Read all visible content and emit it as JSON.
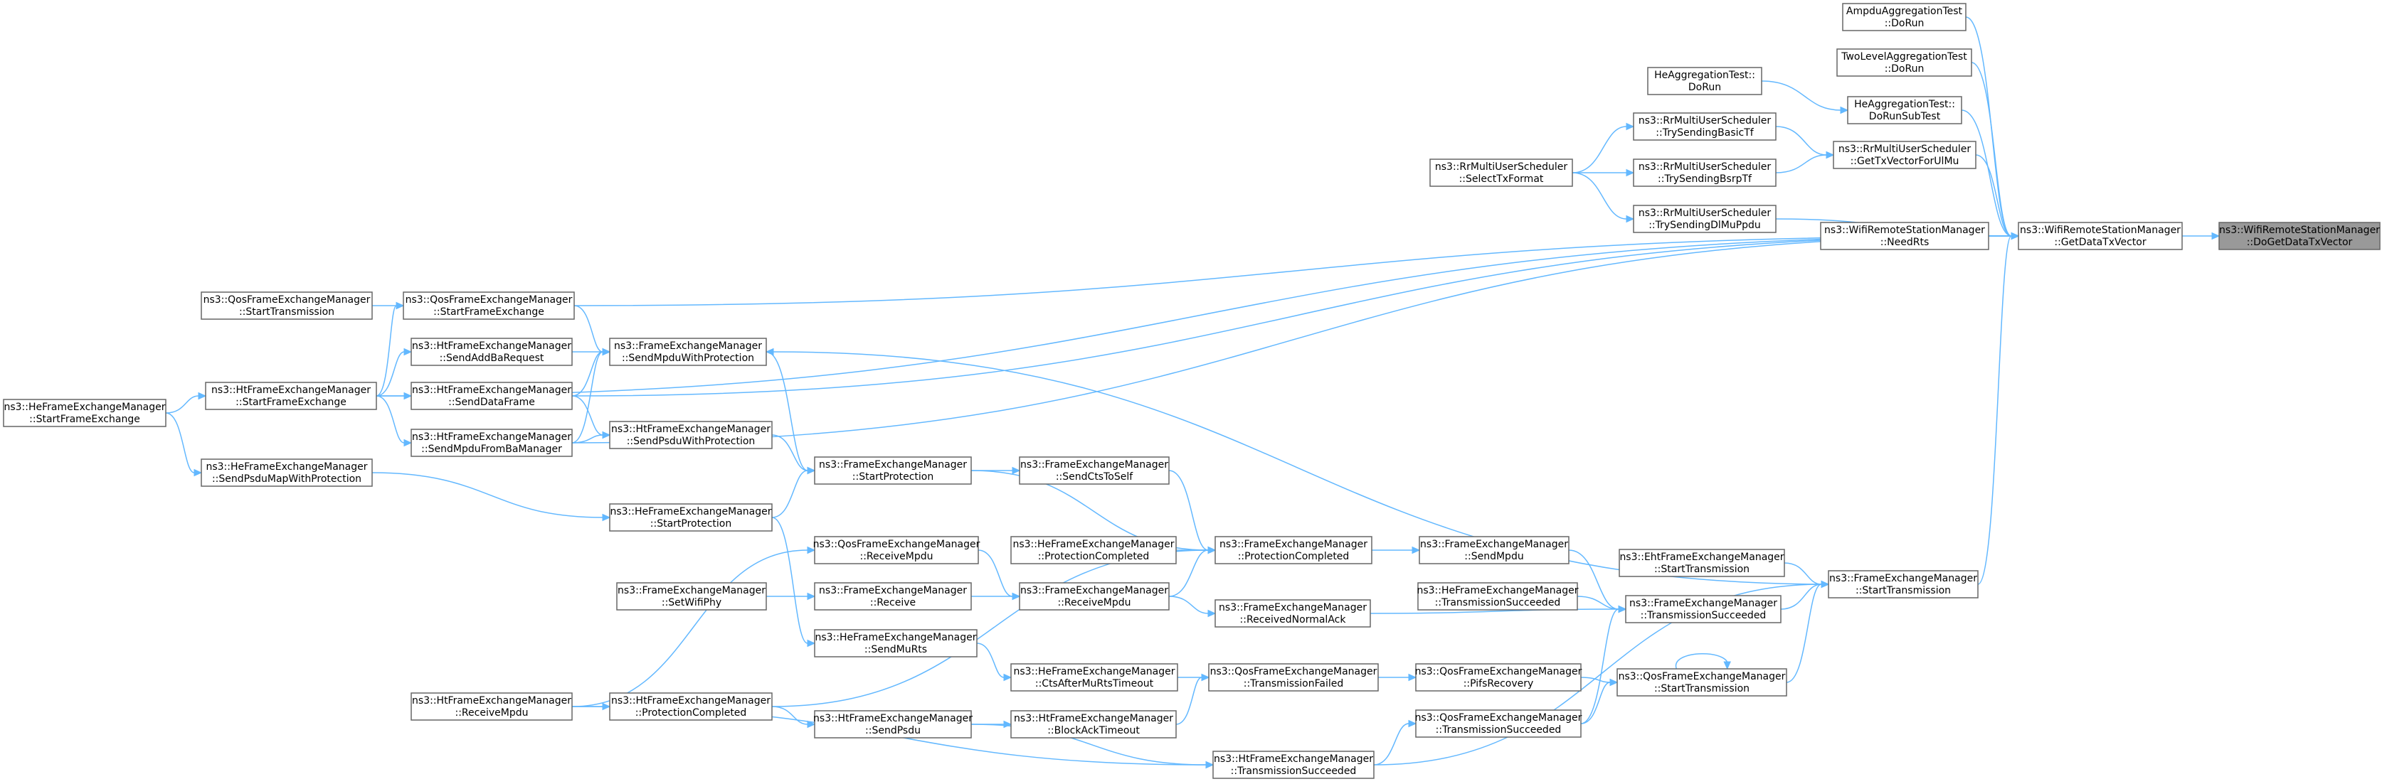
{
  "graph": {
    "title": "",
    "nodes": [
      {
        "id": "n_dogetdatatx",
        "line1": "ns3::WifiRemoteStationManager",
        "line2": "::DoGetDataTxVector",
        "target": true
      },
      {
        "id": "n_getdatatx",
        "line1": "ns3::WifiRemoteStationManager",
        "line2": "::GetDataTxVector"
      },
      {
        "id": "n_ampdu",
        "line1": "AmpduAggregationTest",
        "line2": "::DoRun"
      },
      {
        "id": "n_twolevel",
        "line1": "TwoLevelAggregationTest",
        "line2": "::DoRun"
      },
      {
        "id": "n_heagg_dorun",
        "line1": "HeAggregationTest::",
        "line2": "DoRun"
      },
      {
        "id": "n_heagg_subtest",
        "line1": "HeAggregationTest::",
        "line2": "DoRunSubTest"
      },
      {
        "id": "n_rr_getul",
        "line1": "ns3::RrMultiUserScheduler",
        "line2": "::GetTxVectorForUlMu"
      },
      {
        "id": "n_rr_basictf",
        "line1": "ns3::RrMultiUserScheduler",
        "line2": "::TrySendingBasicTf"
      },
      {
        "id": "n_rr_bsrptf",
        "line1": "ns3::RrMultiUserScheduler",
        "line2": "::TrySendingBsrpTf"
      },
      {
        "id": "n_rr_dlmu",
        "line1": "ns3::RrMultiUserScheduler",
        "line2": "::TrySendingDlMuPpdu"
      },
      {
        "id": "n_rr_select",
        "line1": "ns3::RrMultiUserScheduler",
        "line2": "::SelectTxFormat"
      },
      {
        "id": "n_needrts",
        "line1": "ns3::WifiRemoteStationManager",
        "line2": "::NeedRts"
      },
      {
        "id": "n_qos_startfe",
        "line1": "ns3::QosFrameExchangeManager",
        "line2": "::StartFrameExchange"
      },
      {
        "id": "n_qos_starttx_left",
        "line1": "ns3::QosFrameExchangeManager",
        "line2": "::StartTransmission"
      },
      {
        "id": "n_ht_startfe",
        "line1": "ns3::HtFrameExchangeManager",
        "line2": "::StartFrameExchange"
      },
      {
        "id": "n_he_startfe",
        "line1": "ns3::HeFrameExchangeManager",
        "line2": "::StartFrameExchange"
      },
      {
        "id": "n_ht_addba",
        "line1": "ns3::HtFrameExchangeManager",
        "line2": "::SendAddBaRequest"
      },
      {
        "id": "n_ht_senddata",
        "line1": "ns3::HtFrameExchangeManager",
        "line2": "::SendDataFrame"
      },
      {
        "id": "n_ht_mpdufromba",
        "line1": "ns3::HtFrameExchangeManager",
        "line2": "::SendMpduFromBaManager"
      },
      {
        "id": "n_he_psdumap",
        "line1": "ns3::HeFrameExchangeManager",
        "line2": "::SendPsduMapWithProtection"
      },
      {
        "id": "n_fe_mpduprot",
        "line1": "ns3::FrameExchangeManager",
        "line2": "::SendMpduWithProtection"
      },
      {
        "id": "n_ht_psduprot",
        "line1": "ns3::HtFrameExchangeManager",
        "line2": "::SendPsduWithProtection"
      },
      {
        "id": "n_fe_startprot",
        "line1": "ns3::FrameExchangeManager",
        "line2": "::StartProtection"
      },
      {
        "id": "n_he_startprot",
        "line1": "ns3::HeFrameExchangeManager",
        "line2": "::StartProtection"
      },
      {
        "id": "n_fe_ctstoself",
        "line1": "ns3::FrameExchangeManager",
        "line2": "::SendCtsToSelf"
      },
      {
        "id": "n_fe_protcomp",
        "line1": "ns3::FrameExchangeManager",
        "line2": "::ProtectionCompleted"
      },
      {
        "id": "n_he_protcomp",
        "line1": "ns3::HeFrameExchangeManager",
        "line2": "::ProtectionCompleted"
      },
      {
        "id": "n_qos_recvmpdu",
        "line1": "ns3::QosFrameExchangeManager",
        "line2": "::ReceiveMpdu"
      },
      {
        "id": "n_fe_setwifiphy",
        "line1": "ns3::FrameExchangeManager",
        "line2": "::SetWifiPhy"
      },
      {
        "id": "n_fe_receive",
        "line1": "ns3::FrameExchangeManager",
        "line2": "::Receive"
      },
      {
        "id": "n_fe_recvmpdu",
        "line1": "ns3::FrameExchangeManager",
        "line2": "::ReceiveMpdu"
      },
      {
        "id": "n_he_sendmurts",
        "line1": "ns3::HeFrameExchangeManager",
        "line2": "::SendMuRts"
      },
      {
        "id": "n_he_ctsafter",
        "line1": "ns3::HeFrameExchangeManager",
        "line2": "::CtsAfterMuRtsTimeout"
      },
      {
        "id": "n_ht_recvmpdu",
        "line1": "ns3::HtFrameExchangeManager",
        "line2": "::ReceiveMpdu"
      },
      {
        "id": "n_ht_protcomp",
        "line1": "ns3::HtFrameExchangeManager",
        "line2": "::ProtectionCompleted"
      },
      {
        "id": "n_ht_sendpsdu",
        "line1": "ns3::HtFrameExchangeManager",
        "line2": "::SendPsdu"
      },
      {
        "id": "n_ht_blockack",
        "line1": "ns3::HtFrameExchangeManager",
        "line2": "::BlockAckTimeout"
      },
      {
        "id": "n_ht_txsucc",
        "line1": "ns3::HtFrameExchangeManager",
        "line2": "::TransmissionSucceeded"
      },
      {
        "id": "n_qos_txfailed",
        "line1": "ns3::QosFrameExchangeManager",
        "line2": "::TransmissionFailed"
      },
      {
        "id": "n_fe_sendmpdu",
        "line1": "ns3::FrameExchangeManager",
        "line2": "::SendMpdu"
      },
      {
        "id": "n_fe_recvnormalack",
        "line1": "ns3::FrameExchangeManager",
        "line2": "::ReceivedNormalAck"
      },
      {
        "id": "n_he_txsucc",
        "line1": "ns3::HeFrameExchangeManager",
        "line2": "::TransmissionSucceeded"
      },
      {
        "id": "n_qos_pifs",
        "line1": "ns3::QosFrameExchangeManager",
        "line2": "::PifsRecovery"
      },
      {
        "id": "n_qos_txsucc",
        "line1": "ns3::QosFrameExchangeManager",
        "line2": "::TransmissionSucceeded"
      },
      {
        "id": "n_eht_starttx",
        "line1": "ns3::EhtFrameExchangeManager",
        "line2": "::StartTransmission"
      },
      {
        "id": "n_fe_txsucc",
        "line1": "ns3::FrameExchangeManager",
        "line2": "::TransmissionSucceeded"
      },
      {
        "id": "n_qos_starttx",
        "line1": "ns3::QosFrameExchangeManager",
        "line2": "::StartTransmission"
      },
      {
        "id": "n_fe_starttx",
        "line1": "ns3::FrameExchangeManager",
        "line2": "::StartTransmission"
      }
    ],
    "edges": [
      [
        "n_getdatatx",
        "n_dogetdatatx"
      ],
      [
        "n_ampdu",
        "n_getdatatx"
      ],
      [
        "n_twolevel",
        "n_getdatatx"
      ],
      [
        "n_heagg_subtest",
        "n_getdatatx"
      ],
      [
        "n_heagg_dorun",
        "n_heagg_subtest"
      ],
      [
        "n_rr_getul",
        "n_getdatatx"
      ],
      [
        "n_rr_basictf",
        "n_rr_getul"
      ],
      [
        "n_rr_bsrptf",
        "n_rr_getul"
      ],
      [
        "n_rr_select",
        "n_rr_basictf"
      ],
      [
        "n_rr_select",
        "n_rr_bsrptf"
      ],
      [
        "n_rr_select",
        "n_rr_dlmu"
      ],
      [
        "n_rr_dlmu",
        "n_getdatatx"
      ],
      [
        "n_needrts",
        "n_getdatatx"
      ],
      [
        "n_qos_startfe",
        "n_getdatatx"
      ],
      [
        "n_ht_startfe",
        "n_getdatatx"
      ],
      [
        "n_ht_senddata",
        "n_getdatatx"
      ],
      [
        "n_ht_mpdufromba",
        "n_getdatatx"
      ],
      [
        "n_fe_starttx",
        "n_getdatatx"
      ],
      [
        "n_qos_starttx_left",
        "n_qos_startfe"
      ],
      [
        "n_ht_startfe",
        "n_qos_startfe"
      ],
      [
        "n_he_startfe",
        "n_ht_startfe"
      ],
      [
        "n_ht_startfe",
        "n_ht_addba"
      ],
      [
        "n_ht_startfe",
        "n_ht_senddata"
      ],
      [
        "n_ht_startfe",
        "n_ht_mpdufromba"
      ],
      [
        "n_he_startfe",
        "n_he_psdumap"
      ],
      [
        "n_qos_startfe",
        "n_fe_mpduprot"
      ],
      [
        "n_ht_addba",
        "n_fe_mpduprot"
      ],
      [
        "n_ht_senddata",
        "n_fe_mpduprot"
      ],
      [
        "n_ht_mpdufromba",
        "n_fe_mpduprot"
      ],
      [
        "n_fe_starttx",
        "n_fe_mpduprot"
      ],
      [
        "n_ht_senddata",
        "n_ht_psduprot"
      ],
      [
        "n_ht_mpdufromba",
        "n_ht_psduprot"
      ],
      [
        "n_fe_mpduprot",
        "n_fe_startprot"
      ],
      [
        "n_ht_psduprot",
        "n_fe_startprot"
      ],
      [
        "n_he_startprot",
        "n_fe_startprot"
      ],
      [
        "n_he_psdumap",
        "n_he_startprot"
      ],
      [
        "n_fe_startprot",
        "n_fe_ctstoself"
      ],
      [
        "n_fe_startprot",
        "n_fe_protcomp"
      ],
      [
        "n_fe_ctstoself",
        "n_fe_protcomp"
      ],
      [
        "n_he_protcomp",
        "n_fe_protcomp"
      ],
      [
        "n_fe_recvmpdu",
        "n_fe_protcomp"
      ],
      [
        "n_ht_protcomp",
        "n_fe_protcomp"
      ],
      [
        "n_he_startprot",
        "n_he_sendmurts"
      ],
      [
        "n_qos_recvmpdu",
        "n_fe_recvmpdu"
      ],
      [
        "n_fe_setwifiphy",
        "n_fe_receive"
      ],
      [
        "n_fe_receive",
        "n_fe_recvmpdu"
      ],
      [
        "n_fe_recvmpdu",
        "n_fe_recvnormalack"
      ],
      [
        "n_he_sendmurts",
        "n_he_ctsafter"
      ],
      [
        "n_ht_recvmpdu",
        "n_qos_recvmpdu"
      ],
      [
        "n_ht_recvmpdu",
        "n_ht_protcomp"
      ],
      [
        "n_ht_protcomp",
        "n_ht_sendpsdu"
      ],
      [
        "n_ht_sendpsdu",
        "n_ht_blockack"
      ],
      [
        "n_ht_sendpsdu",
        "n_ht_txsucc"
      ],
      [
        "n_ht_recvmpdu",
        "n_ht_txsucc"
      ],
      [
        "n_he_ctsafter",
        "n_qos_txfailed"
      ],
      [
        "n_ht_blockack",
        "n_qos_txfailed"
      ],
      [
        "n_fe_protcomp",
        "n_fe_sendmpdu"
      ],
      [
        "n_qos_txfailed",
        "n_qos_pifs"
      ],
      [
        "n_fe_sendmpdu",
        "n_fe_txsucc"
      ],
      [
        "n_fe_recvnormalack",
        "n_fe_txsucc"
      ],
      [
        "n_he_txsucc",
        "n_fe_txsucc"
      ],
      [
        "n_qos_txsucc",
        "n_fe_txsucc"
      ],
      [
        "n_qos_pifs",
        "n_qos_starttx"
      ],
      [
        "n_qos_txsucc",
        "n_qos_starttx"
      ],
      [
        "n_qos_starttx",
        "n_qos_starttx"
      ],
      [
        "n_ht_txsucc",
        "n_qos_txsucc"
      ],
      [
        "n_ht_txsucc",
        "n_fe_starttx"
      ],
      [
        "n_eht_starttx",
        "n_fe_starttx"
      ],
      [
        "n_fe_txsucc",
        "n_fe_starttx"
      ],
      [
        "n_qos_starttx",
        "n_fe_starttx"
      ]
    ]
  }
}
